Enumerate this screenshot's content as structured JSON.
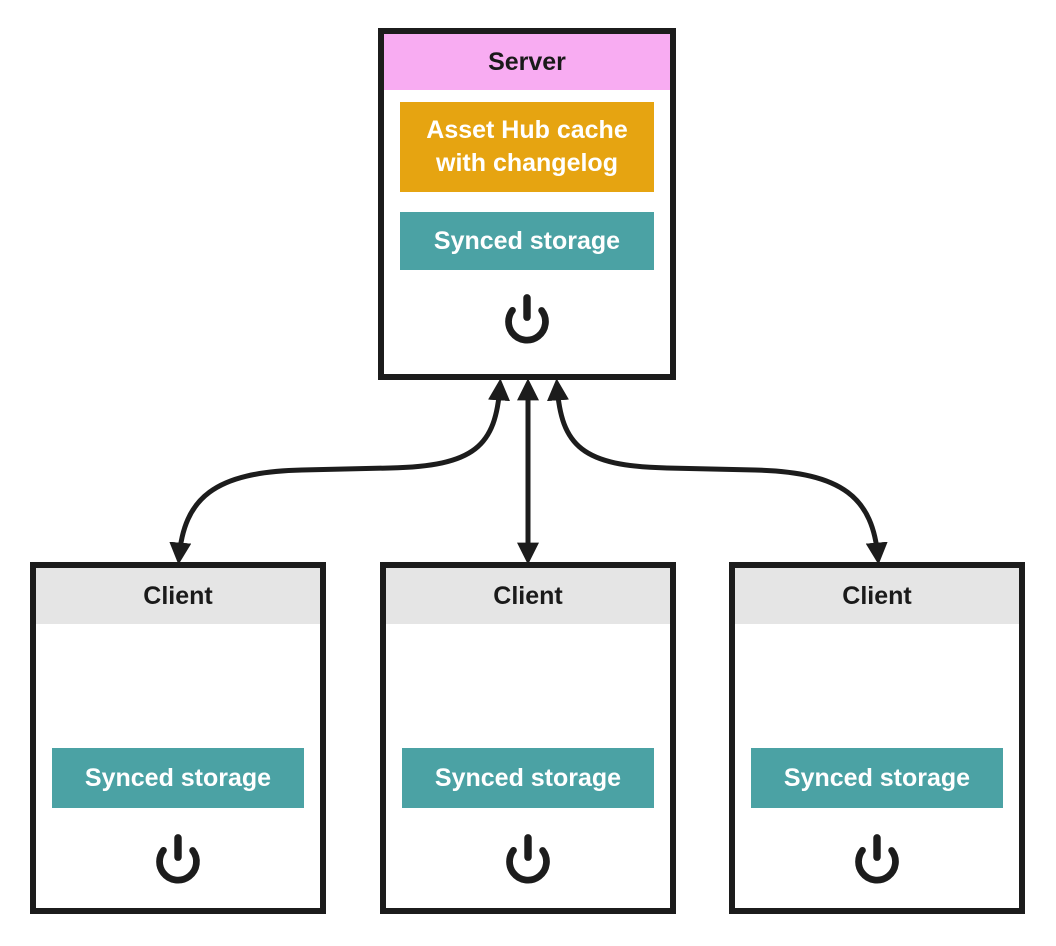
{
  "server": {
    "title": "Server",
    "cache_label": "Asset Hub cache with changelog",
    "storage_label": "Synced storage",
    "power_icon": "power-icon"
  },
  "clients": [
    {
      "title": "Client",
      "storage_label": "Synced storage",
      "power_icon": "power-icon"
    },
    {
      "title": "Client",
      "storage_label": "Synced storage",
      "power_icon": "power-icon"
    },
    {
      "title": "Client",
      "storage_label": "Synced storage",
      "power_icon": "power-icon"
    }
  ],
  "connections": [
    {
      "from": "Server",
      "to": "Client (left)",
      "direction": "bidirectional",
      "style": "curved"
    },
    {
      "from": "Server",
      "to": "Client (middle)",
      "direction": "bidirectional",
      "style": "straight"
    },
    {
      "from": "Server",
      "to": "Client (right)",
      "direction": "bidirectional",
      "style": "curved"
    }
  ],
  "colors": {
    "server_header": "#F8ACF2",
    "client_header": "#E5E5E5",
    "cache_box": "#E6A411",
    "storage_box": "#4BA2A4",
    "border": "#1C1C1C",
    "arrow": "#1C1C1C",
    "header_text": "#1A1A1A",
    "box_text": "#FFFFFF"
  }
}
